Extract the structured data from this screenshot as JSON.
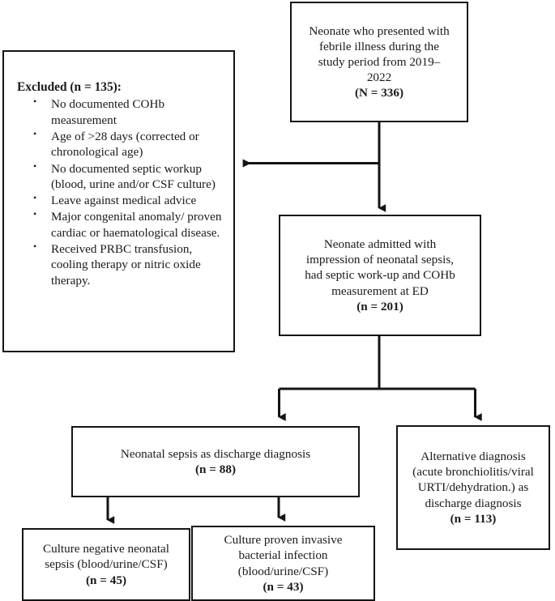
{
  "diagram": {
    "title": "Neonatal febrile illness study flow diagram",
    "type": "flowchart",
    "line_color": "#141414",
    "background": "#ffffff",
    "boxes": {
      "top": {
        "name": "enrollment-box",
        "lines": [
          "Neonate who presented with",
          "febrile illness during the",
          "study period from 2019–",
          "2022"
        ],
        "count_label": "(N = 336)",
        "count_value": 336
      },
      "excluded": {
        "name": "excluded-box",
        "title": "Excluded (n = 135):",
        "count_value": 135,
        "items": [
          "No documented COHb measurement",
          "Age of >28 days (corrected or chronological age)",
          "No documented septic workup (blood, urine and/or CSF culture)",
          "Leave against medical advice",
          "Major congenital anomaly/ proven cardiac or haematological disease.",
          "Received PRBC transfusion, cooling therapy or nitric oxide therapy."
        ]
      },
      "middle": {
        "name": "included-box",
        "lines": [
          "Neonate admitted with",
          "impression of neonatal sepsis,",
          "had septic work-up and COHb",
          "measurement at ED"
        ],
        "count_label": "(n = 201)",
        "count_value": 201
      },
      "sepsis": {
        "name": "neonatal-sepsis-box",
        "lines": [
          "Neonatal sepsis as discharge diagnosis"
        ],
        "count_label": "(n = 88)",
        "count_value": 88
      },
      "alternative": {
        "name": "alternative-diagnosis-box",
        "lines": [
          "Alternative diagnosis",
          "(acute bronchiolitis/viral",
          "URTI/dehydration.) as",
          "discharge diagnosis"
        ],
        "count_label": "(n = 113)",
        "count_value": 113
      },
      "culture_negative": {
        "name": "culture-negative-box",
        "lines": [
          "Culture negative neonatal",
          "sepsis (blood/urine/CSF)"
        ],
        "count_label": "(n = 45)",
        "count_value": 45
      },
      "culture_positive": {
        "name": "culture-proven-box",
        "lines": [
          "Culture proven invasive",
          "bacterial infection",
          "(blood/urine/CSF)"
        ],
        "count_label": "(n = 43)",
        "count_value": 43
      }
    },
    "connectors": [
      {
        "name": "top-to-middle-arrow",
        "from": "top",
        "to": "middle"
      },
      {
        "name": "top-to-excluded-arrow",
        "from": "top",
        "to": "excluded"
      },
      {
        "name": "middle-to-sepsis-arrow",
        "from": "middle",
        "to": "sepsis"
      },
      {
        "name": "middle-to-alternative-arrow",
        "from": "middle",
        "to": "alternative"
      },
      {
        "name": "sepsis-to-culture-negative-arrow",
        "from": "sepsis",
        "to": "culture_negative"
      },
      {
        "name": "sepsis-to-culture-positive-arrow",
        "from": "sepsis",
        "to": "culture_positive"
      }
    ]
  }
}
